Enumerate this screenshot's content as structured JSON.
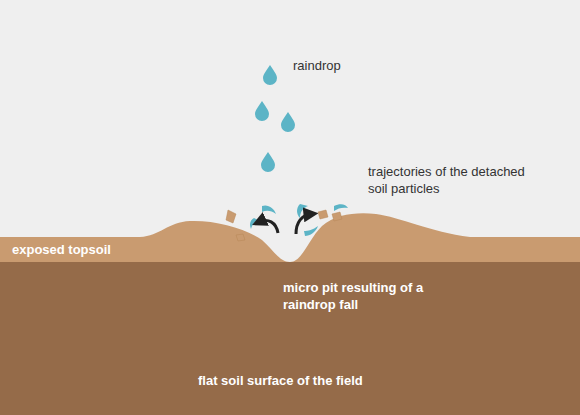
{
  "diagram": {
    "labels": [
      "raindrop",
      "trajectories of the detached soil particles",
      "exposed topsoil",
      "micro pit resulting of a raindrop fall",
      "flat soil surface of the field"
    ]
  }
}
